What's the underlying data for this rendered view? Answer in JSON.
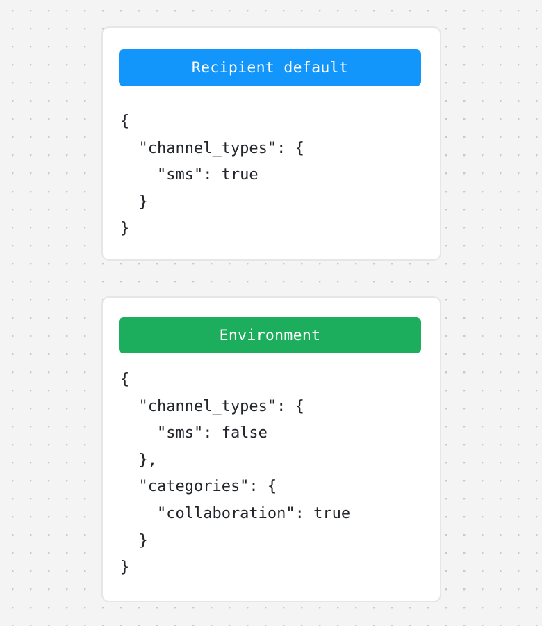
{
  "background": {
    "color": "#f4f4f4",
    "dot_color": "#c9c9c9",
    "pattern": "dot-grid"
  },
  "cards": [
    {
      "name": "recipient-default",
      "header": {
        "label": "Recipient default",
        "background": "#1396fb",
        "text_color": "#ffffff"
      },
      "body": {
        "language": "json",
        "lines": [
          "{",
          "  \"channel_types\": {",
          "    \"sms\": true",
          "  }",
          "}"
        ],
        "text": "{\n  \"channel_types\": {\n    \"sms\": true\n  }\n}",
        "object": {
          "channel_types": {
            "sms": true
          }
        }
      }
    },
    {
      "name": "environment",
      "header": {
        "label": "Environment",
        "background": "#1cae5c",
        "text_color": "#ffffff"
      },
      "body": {
        "language": "json",
        "lines": [
          "{",
          "  \"channel_types\": {",
          "    \"sms\": false",
          "  },",
          "  \"categories\": {",
          "    \"collaboration\": true",
          "  }",
          "}"
        ],
        "text": "{\n  \"channel_types\": {\n    \"sms\": false\n  },\n  \"categories\": {\n    \"collaboration\": true\n  }\n}",
        "object": {
          "channel_types": {
            "sms": false
          },
          "categories": {
            "collaboration": true
          }
        }
      }
    }
  ]
}
